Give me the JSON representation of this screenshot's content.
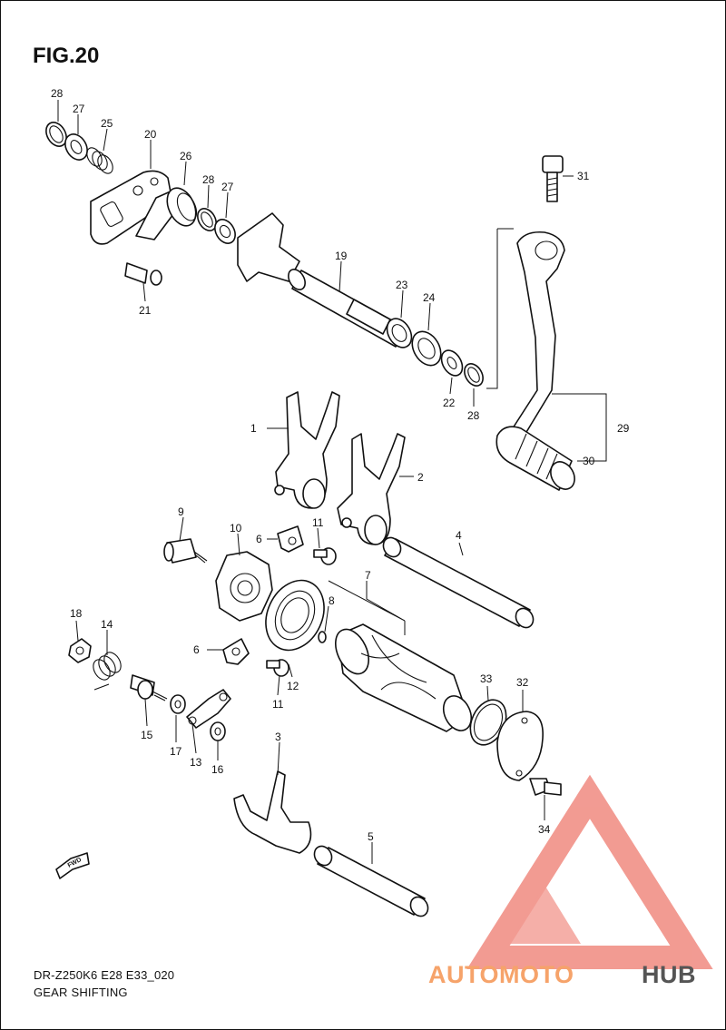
{
  "figure": {
    "title": "FIG.20",
    "model_code": "DR-Z250K6 E28 E33_020",
    "caption": "GEAR SHIFTING",
    "fwd_label": "FWD"
  },
  "callouts": [
    "28",
    "27",
    "25",
    "20",
    "26",
    "28",
    "27",
    "21",
    "19",
    "23",
    "24",
    "22",
    "28",
    "31",
    "29",
    "30",
    "1",
    "2",
    "9",
    "10",
    "6",
    "11",
    "4",
    "7",
    "8",
    "18",
    "14",
    "6",
    "12",
    "11",
    "15",
    "17",
    "13",
    "16",
    "33",
    "32",
    "34",
    "3",
    "5"
  ],
  "watermark": {
    "text_a": "AUTOMOTO",
    "text_b": "HUB",
    "color_a": "#f6a36a",
    "color_b": "#555555",
    "logo_color": "#f08a80"
  }
}
